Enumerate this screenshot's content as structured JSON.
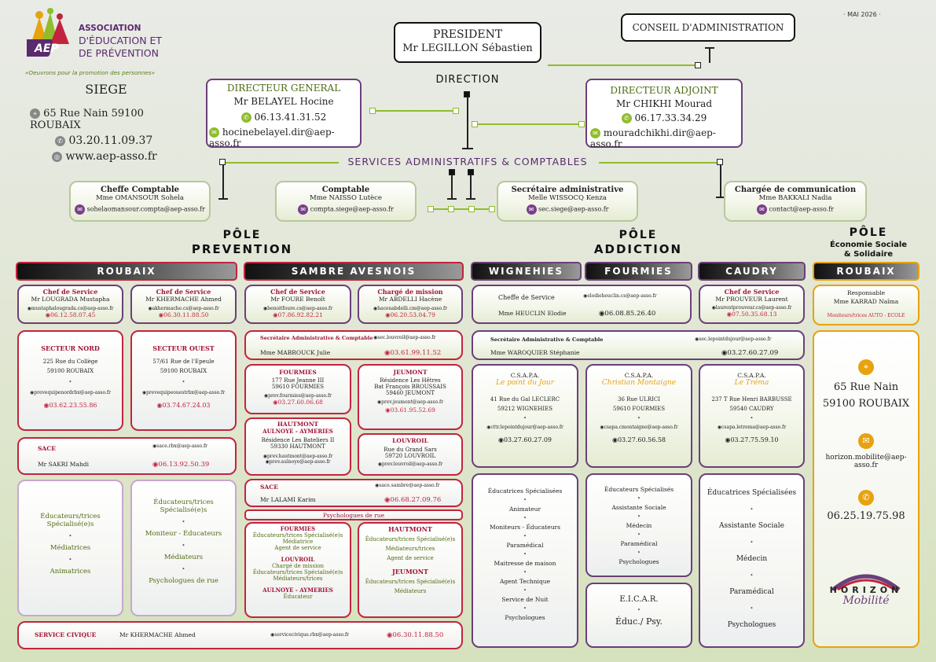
{
  "date": "MAI 2026",
  "logo": {
    "name": "AEP",
    "line1": "ASSOCIATION",
    "line2": "D'ÉDUCATION ET",
    "line3": "DE PRÉVENTION",
    "tagline": "«Oeuvrons pour la promotion des personnes»"
  },
  "siege": {
    "title": "SIEGE",
    "address": "65 Rue Nain   59100 ROUBAIX",
    "phone": "03.20.11.09.37",
    "web": "www.aep-asso.fr"
  },
  "president": {
    "title": "PRESIDENT",
    "name": "Mr LEGILLON Sébastien"
  },
  "conseil": "CONSEIL D'ADMINISTRATION",
  "direction": "DIRECTION",
  "dg": {
    "title": "DIRECTEUR GENERAL",
    "name": "Mr BELAYEL Hocine",
    "phone": "06.13.41.31.52",
    "email": "hocinebelayel.dir@aep-asso.fr"
  },
  "da": {
    "title": "DIRECTEUR ADJOINT",
    "name": "Mr CHIKHI Mourad",
    "phone": "06.17.33.34.29",
    "email": "mouradchikhi.dir@aep-asso.fr"
  },
  "services_title": "SERVICES ADMINISTRATIFS & COMPTABLES",
  "admin": [
    {
      "title": "Cheffe Comptable",
      "name": "Mme OMANSOUR Sohela",
      "email": "sohelaomansour.compta@aep-asso.fr"
    },
    {
      "title": "Comptable",
      "name": "Mme NAISSO Lutèce",
      "email": "compta.siege@aep-asso.fr"
    },
    {
      "title": "Secrétaire administrative",
      "name": "Melle WISSOCQ Kenza",
      "email": "sec.siege@aep-asso.fr"
    },
    {
      "title": "Chargée de communication",
      "name": "Mme BAKKALI Nadia",
      "email": "contact@aep-asso.fr"
    }
  ],
  "poles": {
    "prevention": [
      "PÔLE",
      "PREVENTION"
    ],
    "addiction": [
      "PÔLE",
      "ADDICTION"
    ],
    "eco": [
      "PÔLE",
      "Économie Sociale",
      "& Solidaire"
    ]
  },
  "tabs": {
    "roubaix": "ROUBAIX",
    "sambre": "SAMBRE AVESNOIS",
    "wignehies": "WIGNEHIES",
    "fourmies": "FOURMIES",
    "caudry": "CAUDRY",
    "roubaix2": "ROUBAIX"
  },
  "roubaix": {
    "cs1": {
      "title": "Chef de Service",
      "name": "Mr LOUGRADA Mustapha",
      "email": "mustaphalougrada.cs@aep-asso.fr",
      "phone": "06.12.58.07.45"
    },
    "cs2": {
      "title": "Chef de Service",
      "name": "Mr KHERMACHE Ahmed",
      "email": "akhermache.cs@aep-asso.fr",
      "phone": "06.30.11.88.50"
    },
    "nord": {
      "title": "SECTEUR NORD",
      "a1": "225 Rue du Collège",
      "a2": "59100 ROUBAIX",
      "email": "prevequipenordrbx@aep-asso.fr",
      "phone": "03.62.23.55.86"
    },
    "ouest": {
      "title": "SECTEUR OUEST",
      "a1": "57/61 Rue de l'Epeule",
      "a2": "59100 ROUBAIX",
      "email": "prevequipeouestrbx@aep-asso.fr",
      "phone": "03.74.67.24.03"
    },
    "sace": {
      "title": "SACE",
      "name": "Mr SAKRI Mahdi",
      "email": "sace.rbx@aep-asso.fr",
      "phone": "06.13.92.50.39"
    },
    "staff1": [
      "Éducateurs/trices Spécialisé(e)s",
      "Médiatrices",
      "Animatrices"
    ],
    "staff2": [
      "Éducateurs/trices Spécialisé(e)s",
      "Moniteur - Éducateurs",
      "Médiateurs",
      "Psychologues de rue"
    ],
    "civique": {
      "title": "SERVICE CIVIQUE",
      "name": "Mr KHERMACHE Ahmed",
      "email": "servicecivique.rbx@aep-asso.fr",
      "phone": "06.30.11.88.50"
    }
  },
  "sambre": {
    "cs": {
      "title": "Chef de Service",
      "name": "Mr FOURE Benoît",
      "email": "benoitfoure.cs@aep-asso.fr",
      "phone": "07.86.92.82.21"
    },
    "cm": {
      "title": "Chargé de mission",
      "name": "Mr ABDELLI Hacène",
      "email": "hacenabdelli.cm@aep-asso.fr",
      "phone": "06.20.53.04.79"
    },
    "sec": {
      "title": "Secrétaire Administrative & Comptable",
      "name": "Mme MABROUCK Julie",
      "email": "sec.louvroil@aep-asso.fr",
      "phone": "03.61.99.11.52"
    },
    "fourmies": {
      "title": "FOURMIES",
      "a1": "177 Rue Jeanne III",
      "a2": "59610 FOURMIES",
      "email": "prev.fourmies@aep-asso.fr",
      "phone": "03.27.60.06.68"
    },
    "hautmont": {
      "title": "HAUTMONT",
      "title2": "AULNOYE - AYMERIES",
      "a1": "Résidence Les Bateliers II",
      "a2": "59330 HAUTMONT",
      "email": "prev.hautmont@aep-asso.fr",
      "email2": "prev.aulnoye@aep-asso.fr"
    },
    "jeumont": {
      "title": "JEUMONT",
      "a1": "Résidence Les Hêtres",
      "a2": "Bat François BROUSSAIS",
      "a3": "59460 JEUMONT",
      "email": "prev.jeumont@aep-asso.fr",
      "phone": "03.61.95.52.69"
    },
    "louvroil": {
      "title": "LOUVROIL",
      "a1": "Rue du Grand Sars",
      "a2": "59720 LOUVROIL",
      "email": "prev.louvroil@aep-asso.fr"
    },
    "sace": {
      "title": "SACE",
      "name": "Mr LALAMI Karim",
      "email": "sace.sambre@aep-asso.fr",
      "phone": "06.68.27.09.76"
    },
    "psy": "Psychologues de rue",
    "left": [
      {
        "h": "FOURMIES",
        "items": [
          "Éducateurs/trices Spécialisé(e)s",
          "Médiatrice",
          "Agent de service"
        ]
      },
      {
        "h": "LOUVROIL",
        "items": [
          "Chargé de mission",
          "Éducateurs/trices Spécialisé(e)s",
          "Médiateurs/trices"
        ]
      },
      {
        "h": "AULNOYE - AYMERIES",
        "items": [
          "Éducateur"
        ]
      }
    ],
    "right": [
      {
        "h": "HAUTMONT",
        "items": [
          "Éducateurs/trices Spécialisé(e)s",
          "Médiateurs/trices",
          "Agent de service"
        ]
      },
      {
        "h": "JEUMONT",
        "items": [
          "Éducateurs/trices Spécialisé(e)s",
          "Médiateurs"
        ]
      }
    ]
  },
  "addiction": {
    "cs": {
      "title": "Cheffe de Service",
      "name": "Mme HEUCLIN Elodie",
      "email": "elodieheuclin.cs@aep-asso.fr",
      "phone": "06.08.85.26.40"
    },
    "sec": {
      "title": "Secrétaire Administrative & Comptable",
      "name": "Mme WAROQUIER Stéphanie",
      "email": "sec.lepointdujour@aep-asso.fr",
      "phone": "03.27.60.27.09"
    },
    "caudry_cs": {
      "title": "Chef de Service",
      "name": "Mr PROUVEUR Laurent",
      "email": "laurentprouveur.cs@aep-asso.fr",
      "phone": "07.50.35.68.13"
    },
    "csapa1": {
      "t": "C.S.A.P.A.",
      "n": "Le point du Jour",
      "a1": "41 Rue du Gal LECLERC",
      "a2": "59212 WIGNEHIES",
      "email": "cttr.lepointdujour@aep-asso.fr",
      "phone": "03.27.60.27.09"
    },
    "csapa2": {
      "t": "C.S.A.P.A.",
      "n": "Christian Montaigne",
      "a1": "36 Rue ULRICI",
      "a2": "59610 FOURMIES",
      "email": "csapa.cmontaigne@aep-asso.fr",
      "phone": "03.27.60.56.58"
    },
    "csapa3": {
      "t": "C.S.A.P.A.",
      "n": "Le Tréma",
      "a1": "237 T Rue Henri BARBUSSE",
      "a2": "59540 CAUDRY",
      "email": "csapa.letrema@aep-asso.fr",
      "phone": "03.27.75.59.10"
    },
    "staff1": [
      "Éducatrices Spécialisées",
      "Animateur",
      "Moniteurs - Éducateurs",
      "Paramédical",
      "Maitresse de maison",
      "Agent Technique",
      "Service de Nuit",
      "Psychologues"
    ],
    "staff2": [
      "Éducateurs Spécialisés",
      "Assistante Sociale",
      "Médecin",
      "Paramédical",
      "Psychologues"
    ],
    "staff3": [
      "Éducatrices Spécialisées",
      "Assistante Sociale",
      "Médecin",
      "Paramédical",
      "Psychologues"
    ],
    "eicar": {
      "t": "E.I.C.A.R.",
      "s": "Éduc./ Psy."
    }
  },
  "eco": {
    "resp": {
      "title": "Responsable",
      "name": "Mme KARRAD Naîma",
      "sub": "Moniteurs/trices AUTO - ECOLE"
    },
    "address1": "65 Rue Nain",
    "address2": "59100 ROUBAIX",
    "email": "horizon.mobilite@aep-asso.fr",
    "phone": "06.25.19.75.98",
    "horizon": "HORIZON",
    "mobilite": "Mobilité"
  }
}
